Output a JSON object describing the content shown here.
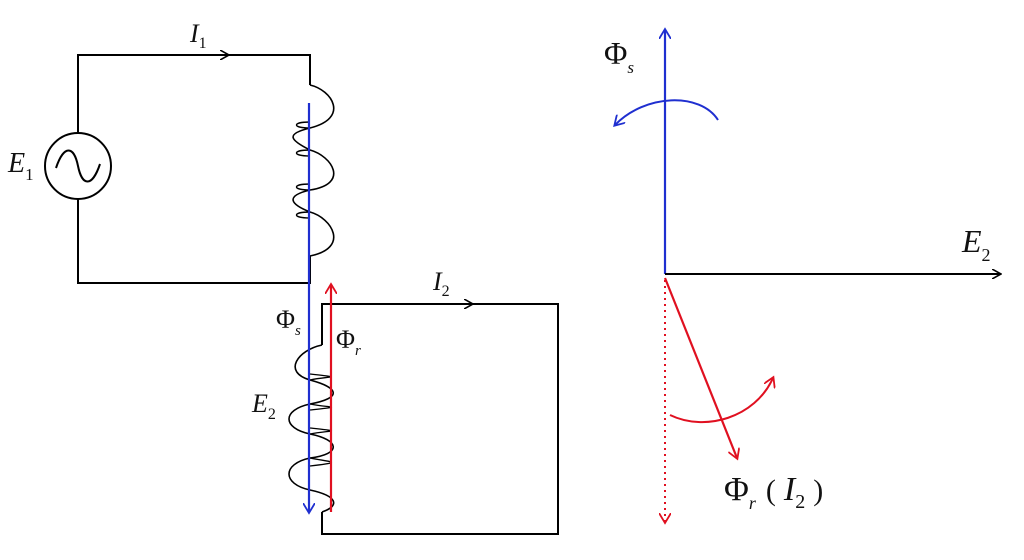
{
  "colors": {
    "wire": "#000000",
    "coil": "#000000",
    "flux_s": "#1f2fd0",
    "flux_r": "#e01020"
  },
  "left_circuit": {
    "current": {
      "symbol": "I",
      "sub": "1"
    },
    "source": {
      "symbol": "E",
      "sub": "1",
      "icon": "ac-source-icon"
    }
  },
  "right_circuit": {
    "current": {
      "symbol": "I",
      "sub": "2"
    },
    "emf": {
      "symbol": "E",
      "sub": "2"
    }
  },
  "flux_labels": {
    "stator": {
      "symbol": "Φ",
      "sub": "s"
    },
    "rotor": {
      "symbol": "Φ",
      "sub": "r"
    }
  },
  "phasor": {
    "phi_s": {
      "symbol": "Φ",
      "sub": "s"
    },
    "e2": {
      "symbol": "E",
      "sub": "2"
    },
    "phi_r": {
      "symbol": "Φ",
      "sub": "r",
      "open": "(",
      "inner": "I",
      "inner_sub": "2",
      "close": ")"
    }
  }
}
